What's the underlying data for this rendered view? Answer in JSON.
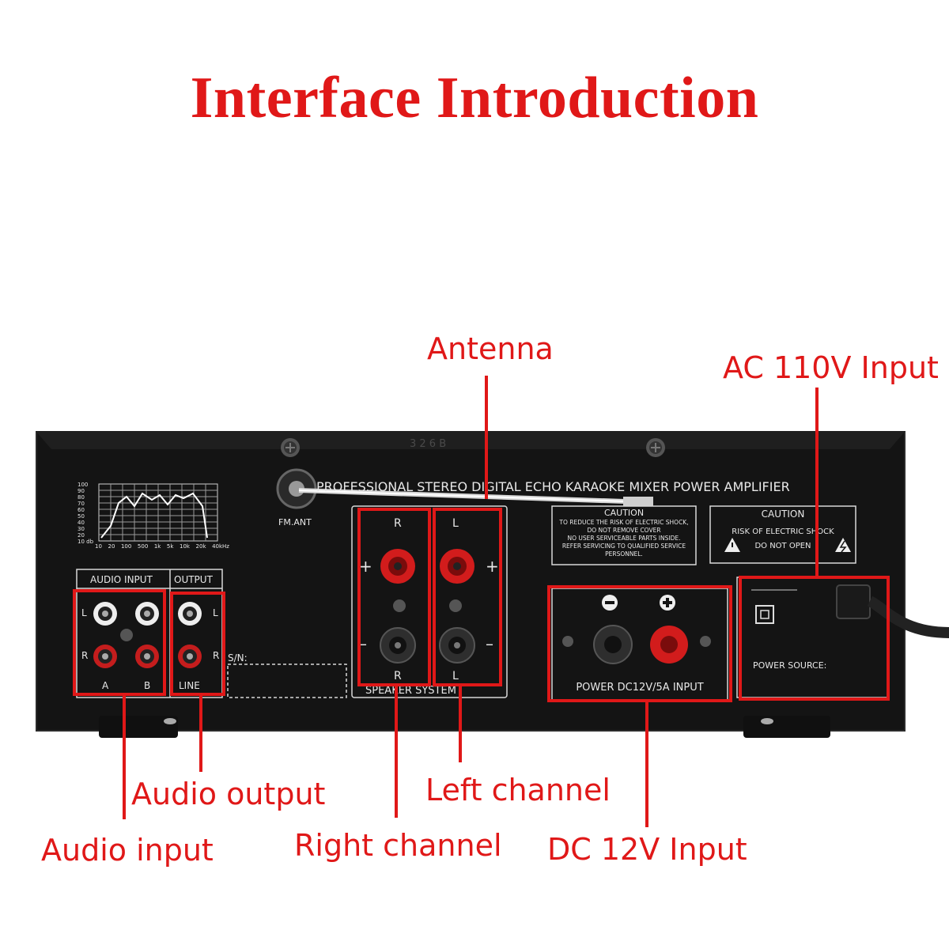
{
  "title": "Interface Introduction",
  "callouts": {
    "antenna": "Antenna",
    "ac_input": "AC 110V Input",
    "audio_output": "Audio output",
    "audio_input": "Audio input",
    "right_channel": "Right channel",
    "left_channel": "Left channel",
    "dc_input": "DC 12V Input"
  },
  "panel": {
    "model": "3 2 6 B",
    "product_name": "PROFESSIONAL STEREO DIGITAL ECHO KARAOKE MIXER POWER AMPLIFIER",
    "fm_ant": "FM.ANT",
    "eq_y_ticks": [
      "100",
      "90",
      "80",
      "70",
      "60",
      "50",
      "40",
      "30",
      "20",
      "10 db"
    ],
    "eq_x_ticks": [
      "10",
      "20",
      "100",
      "500",
      "1k",
      "5k",
      "10k",
      "20k",
      "40kHz"
    ],
    "audio_input_label": "AUDIO INPUT",
    "output_label": "OUTPUT",
    "channel_l": "L",
    "channel_r": "R",
    "input_a": "A",
    "input_b": "B",
    "line_label": "LINE",
    "sn_label": "S/N:",
    "speaker_system": "SPEAKER SYSTEM",
    "plus": "+",
    "minus": "–",
    "caution_title": "CAUTION",
    "caution1_lines": [
      "TO REDUCE THE RISK OF ELECTRIC SHOCK,",
      "DO NOT REMOVE COVER",
      "NO USER SERVICEABLE PARTS INSIDE.",
      "REFER SERVICING TO QUALIFIED SERVICE",
      "PERSONNEL."
    ],
    "caution2_lines": [
      "RISK OF ELECTRIC SHOCK",
      "DO NOT OPEN"
    ],
    "dc_label": "POWER DC12V/5A INPUT",
    "power_source": "POWER SOURCE:"
  },
  "colors": {
    "accent_red": "#e01818",
    "panel_black": "#141414"
  }
}
